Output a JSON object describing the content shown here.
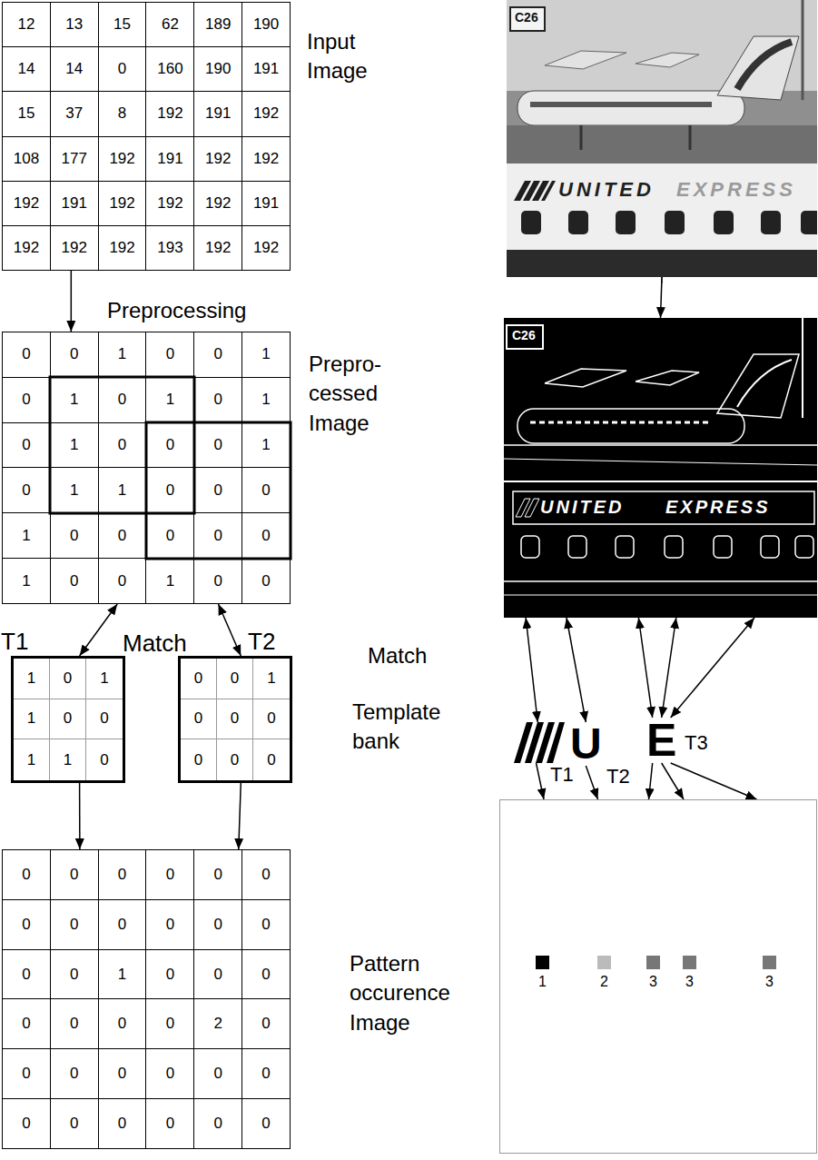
{
  "diagram": {
    "nodes": [
      {
        "text": [
          "12",
          "13",
          "15",
          "62",
          "189",
          "190",
          "14",
          "14",
          "0",
          "160",
          "190",
          "191",
          "15",
          "37",
          "8",
          "192",
          "191",
          "192",
          "108",
          "177",
          "192",
          "191",
          "192",
          "192",
          "192",
          "191",
          "192",
          "192",
          "192",
          "191",
          "192",
          "192",
          "192",
          "193",
          "192",
          "192"
        ]
      },
      {
        "text": [
          "0",
          "0",
          "1",
          "0",
          "0",
          "1",
          "0",
          "1",
          "0",
          "1",
          "0",
          "1",
          "0",
          "1",
          "0",
          "0",
          "0",
          "1",
          "0",
          "1",
          "1",
          "0",
          "0",
          "0",
          "1",
          "0",
          "0",
          "0",
          "0",
          "0",
          "1",
          "0",
          "0",
          "1",
          "0",
          "0"
        ]
      },
      {
        "text": [
          "T1",
          "1",
          "0",
          "1",
          "1",
          "0",
          "0",
          "1",
          "1",
          "0"
        ]
      },
      {
        "text": [
          "T2",
          "0",
          "0",
          "1",
          "0",
          "0",
          "0",
          "0",
          "0",
          "0"
        ]
      },
      {
        "text": [
          "0",
          "0",
          "0",
          "0",
          "0",
          "0",
          "0",
          "0",
          "0",
          "0",
          "0",
          "0",
          "0",
          "0",
          "1",
          "0",
          "0",
          "0",
          "0",
          "0",
          "0",
          "0",
          "2",
          "0",
          "0",
          "0",
          "0",
          "0",
          "0",
          "0",
          "0",
          "0",
          "0",
          "0",
          "0",
          "0"
        ]
      },
      {
        "text": [
          "C26",
          "UNITED",
          "EXPRESS"
        ]
      },
      {
        "text": [
          "C26",
          "UNITED",
          "EXPRESS"
        ]
      },
      {
        "text": [
          "T1"
        ]
      },
      {
        "text": [
          "U",
          "T2"
        ]
      },
      {
        "text": [
          "E",
          "T3"
        ]
      },
      {
        "text": [
          "1",
          "2",
          "3",
          "3",
          "3"
        ]
      }
    ],
    "edges": [
      {
        "from": 0,
        "to": 1,
        "arrow": "to"
      },
      {
        "from": 2,
        "to": 1,
        "arrow": "both"
      },
      {
        "from": 3,
        "to": 1,
        "arrow": "both"
      },
      {
        "from": 2,
        "to": 4,
        "arrow": "to"
      },
      {
        "from": 3,
        "to": 4,
        "arrow": "to"
      },
      {
        "from": 5,
        "to": 6,
        "arrow": "to"
      },
      {
        "from": 7,
        "to": 6,
        "arrow": "both"
      },
      {
        "from": 8,
        "to": 6,
        "arrow": "both"
      },
      {
        "from": 9,
        "to": 6,
        "arrow": "both"
      },
      {
        "from": 9,
        "to": 6,
        "arrow": "both"
      },
      {
        "from": 9,
        "to": 6,
        "arrow": "both"
      },
      {
        "from": 7,
        "to": 10,
        "arrow": "to"
      },
      {
        "from": 8,
        "to": 10,
        "arrow": "to"
      },
      {
        "from": 9,
        "to": 10,
        "arrow": "to"
      },
      {
        "from": 9,
        "to": 10,
        "arrow": "to"
      },
      {
        "from": 9,
        "to": 10,
        "arrow": "to"
      }
    ],
    "labels": [
      "Input Image",
      "Preprocessing",
      "Prepro- cessed Image",
      "Match",
      "Match",
      "Template bank",
      "Pattern occurence Image"
    ]
  }
}
